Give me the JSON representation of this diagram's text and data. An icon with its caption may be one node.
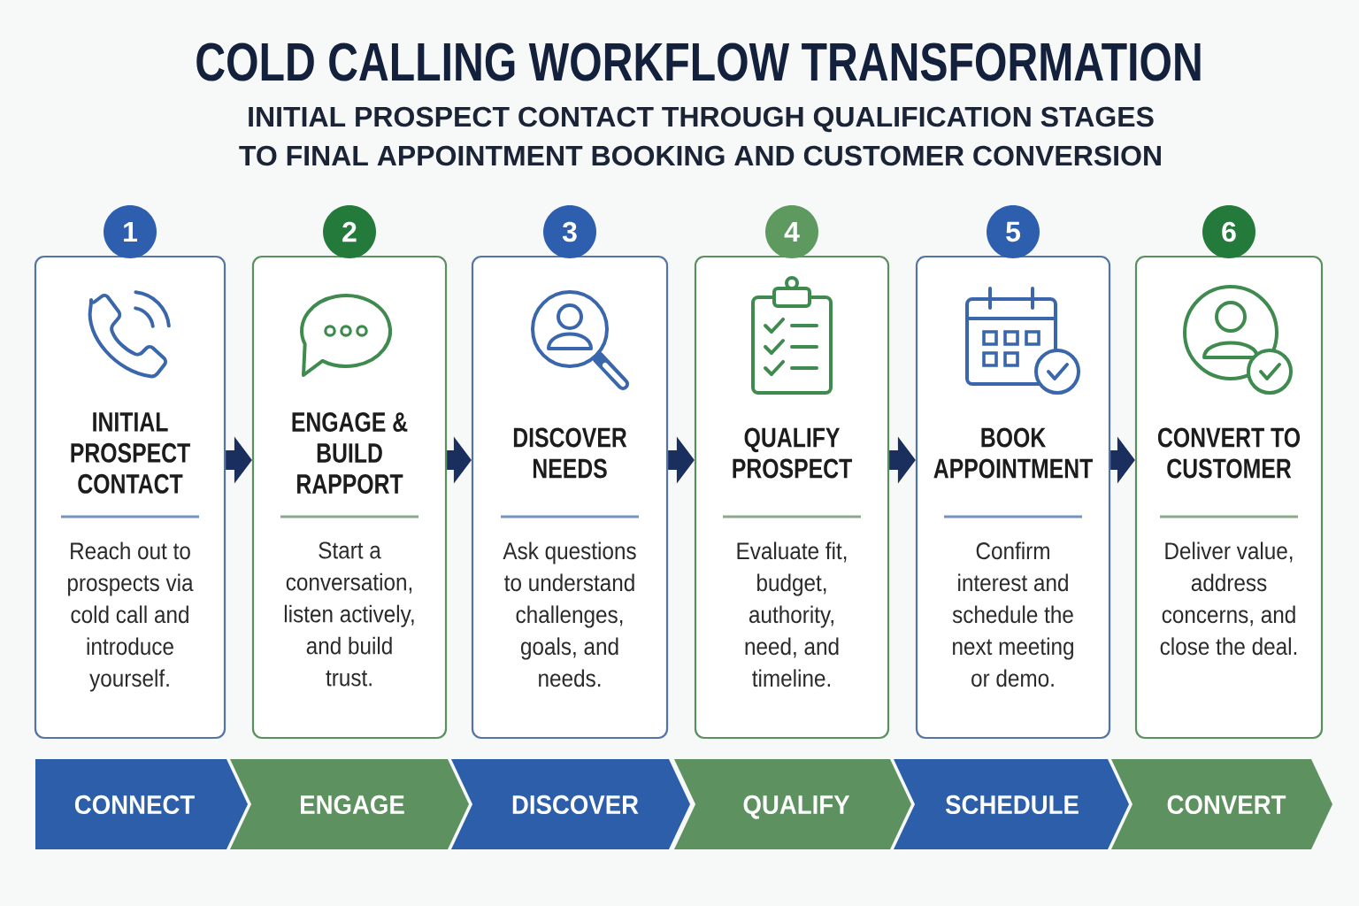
{
  "diagram": {
    "title": "COLD CALLING WORKFLOW TRANSFORMATION",
    "nodes": [
      {
        "text": [
          "1"
        ]
      },
      {
        "text": [
          "2"
        ]
      },
      {
        "text": [
          "3"
        ]
      },
      {
        "text": [
          "4"
        ]
      },
      {
        "text": [
          "5"
        ]
      },
      {
        "text": [
          "6"
        ]
      },
      {
        "text": [
          "INITIAL PROSPECT CONTACT",
          "Reach out to prospects via cold call and introduce yourself."
        ]
      },
      {
        "text": [
          "ENGAGE & BUILD RAPPORT",
          "Start a conversation, listen actively, and build trust."
        ]
      },
      {
        "text": [
          "DISCOVER NEEDS",
          "Ask questions to understand challenges, goals, and needs."
        ]
      },
      {
        "text": [
          "QUALIFY PROSPECT",
          "Evaluate fit, budget, authority, need, and timeline."
        ]
      },
      {
        "text": [
          "BOOK APPOINTMENT",
          "Confirm interest and schedule the next meeting or demo."
        ]
      },
      {
        "text": [
          "CONVERT TO CUSTOMER",
          "Deliver value, address concerns, and close the deal."
        ]
      },
      {
        "text": [
          "CONNECT"
        ]
      },
      {
        "text": [
          "ENGAGE"
        ]
      },
      {
        "text": [
          "DISCOVER"
        ]
      },
      {
        "text": [
          "QUALIFY"
        ]
      },
      {
        "text": [
          "SCHEDULE"
        ]
      },
      {
        "text": [
          "CONVERT"
        ]
      }
    ],
    "edges": [
      {
        "from": 6,
        "to": 7,
        "arrow": "to"
      },
      {
        "from": 7,
        "to": 8,
        "arrow": "to"
      },
      {
        "from": 8,
        "to": 9,
        "arrow": "to"
      },
      {
        "from": 9,
        "to": 10,
        "arrow": "to"
      },
      {
        "from": 10,
        "to": 11,
        "arrow": "to"
      }
    ],
    "labels": [
      "INITIAL PROSPECT CONTACT THROUGH QUALIFICATION STAGES TO FINAL APPOINTMENT BOOKING AND CUSTOMER CONVERSION"
    ]
  }
}
